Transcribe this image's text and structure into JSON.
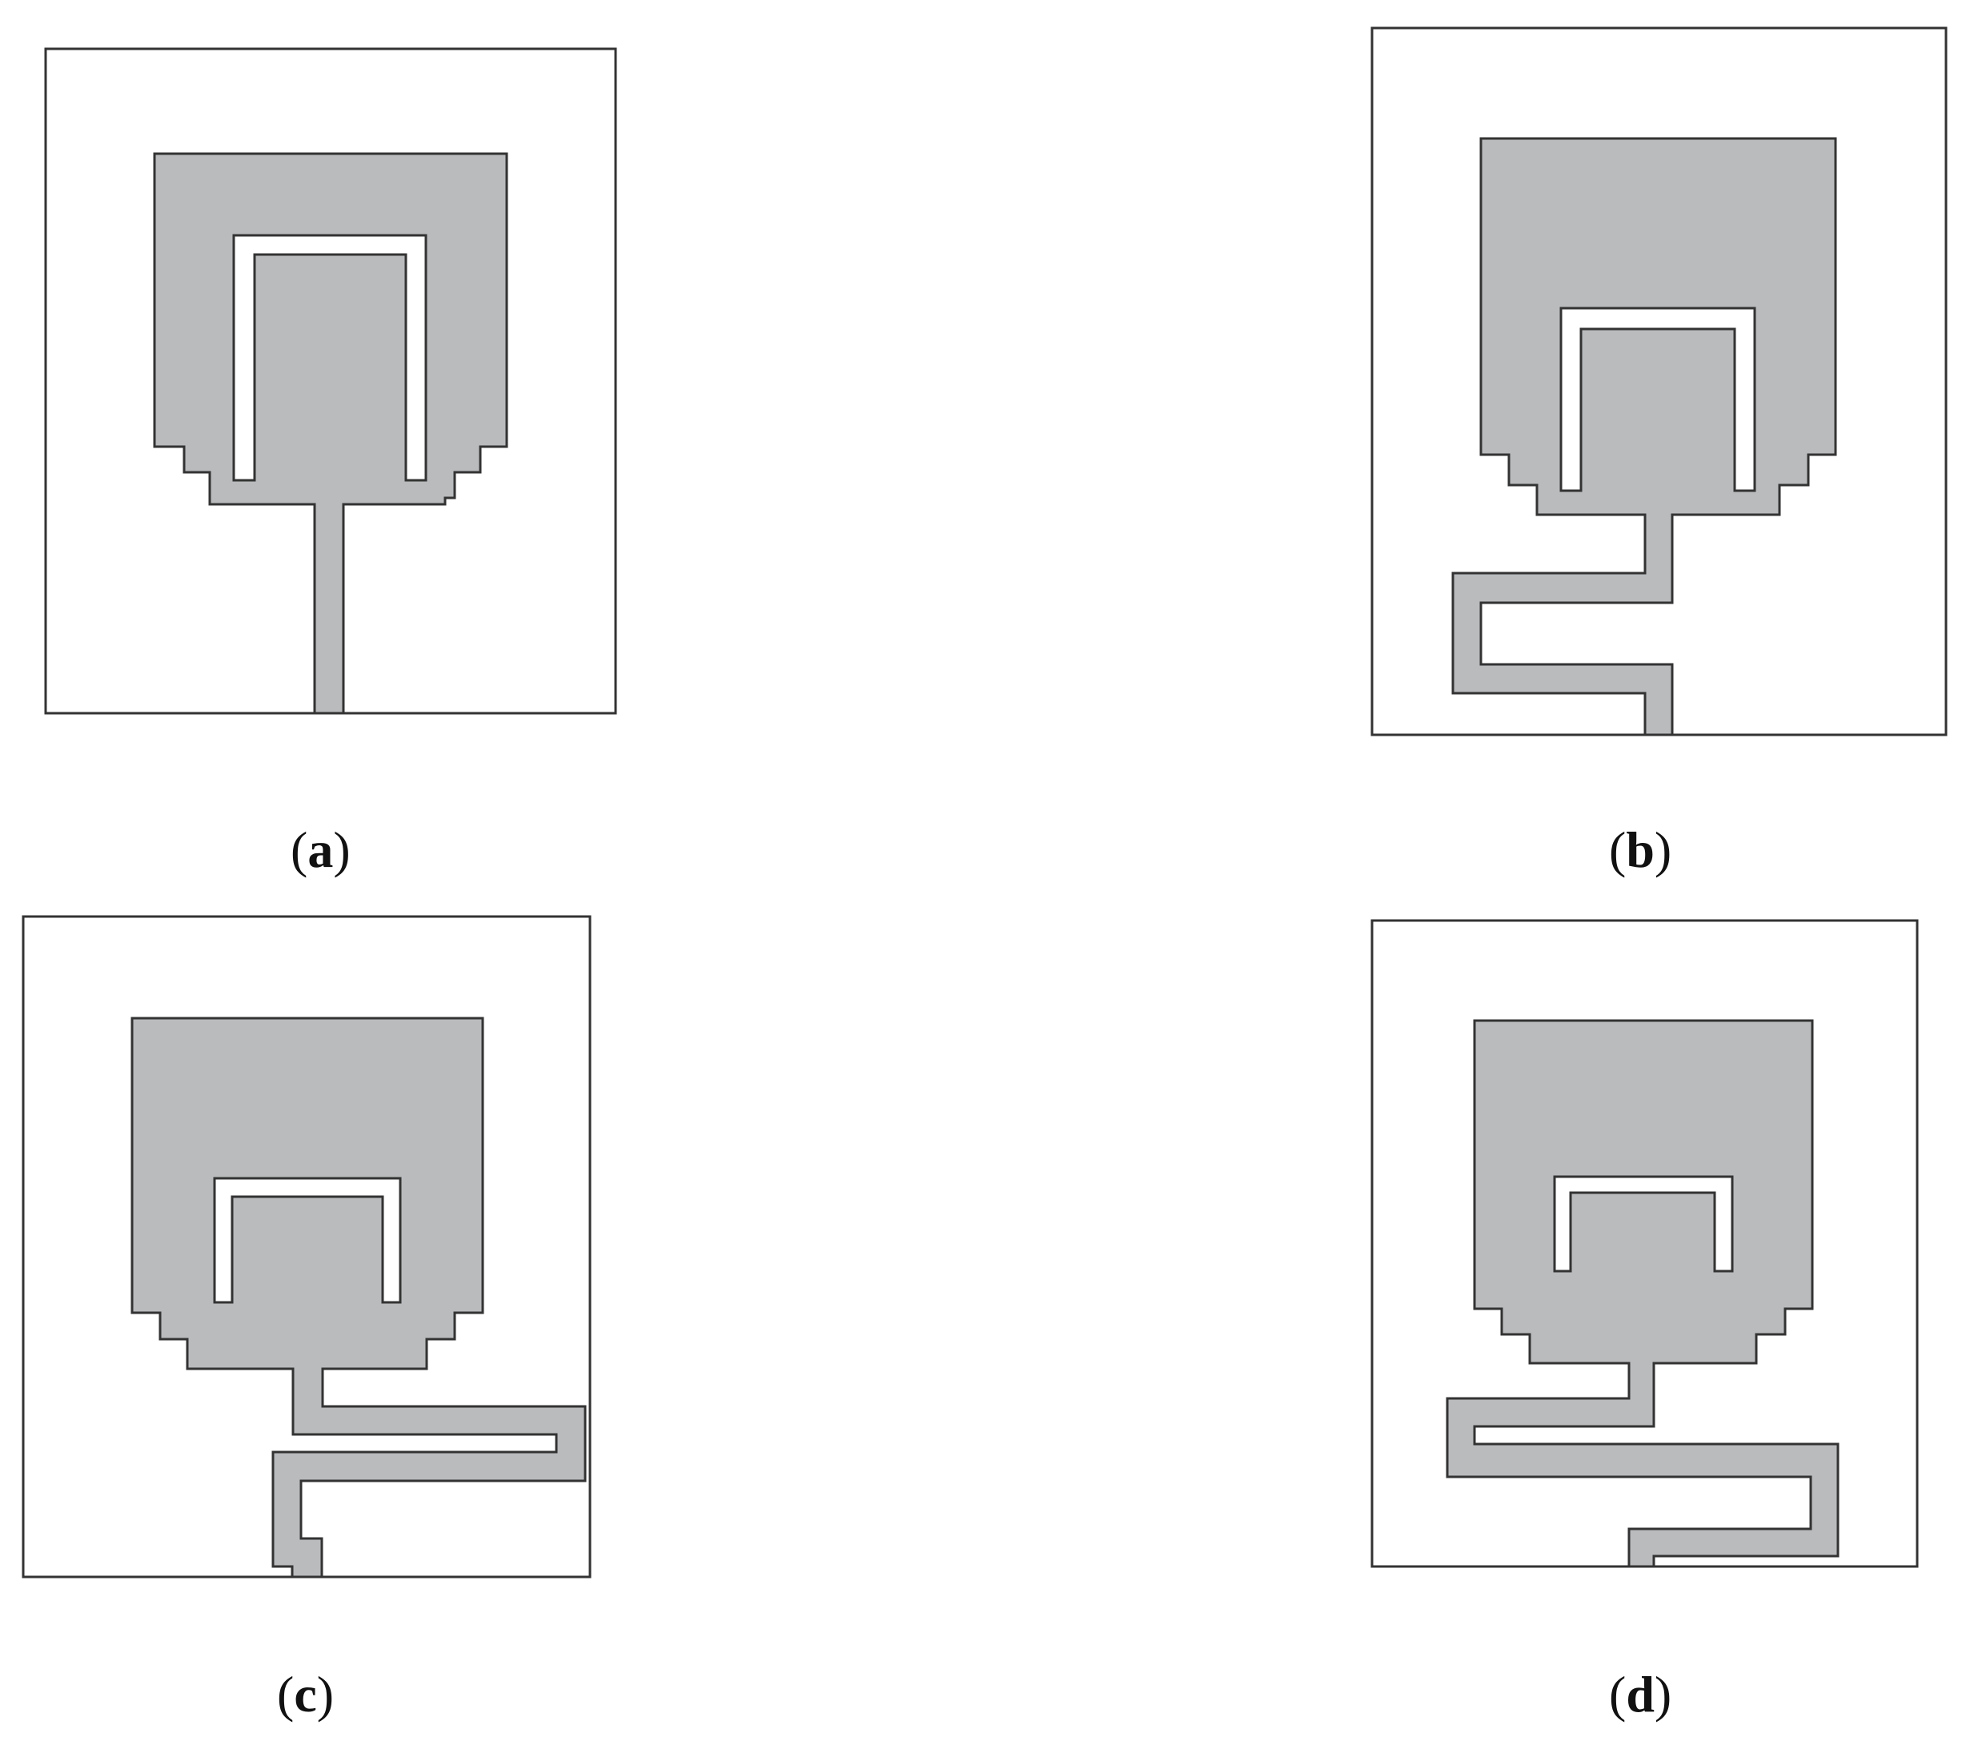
{
  "figure": {
    "colors": {
      "metal": "#b9bbbd",
      "substrate": "#ffffff",
      "outline": "#333333"
    },
    "panels": [
      {
        "id": "a",
        "caption_open": "(",
        "caption_letter": "a",
        "caption_close": ")"
      },
      {
        "id": "b",
        "caption_open": "(",
        "caption_letter": "b",
        "caption_close": ")"
      },
      {
        "id": "c",
        "caption_open": "(",
        "caption_letter": "c",
        "caption_close": ")"
      },
      {
        "id": "d",
        "caption_open": "(",
        "caption_letter": "d",
        "caption_close": ")"
      }
    ]
  }
}
